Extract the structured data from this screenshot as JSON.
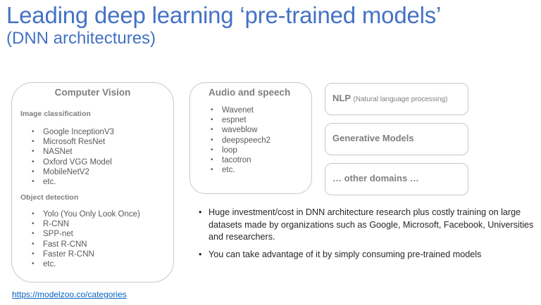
{
  "slide": {
    "title": "Leading deep learning ‘pre-trained models’",
    "subtitle": "(DNN architectures)"
  },
  "computer_vision": {
    "title": "Computer Vision",
    "sections": [
      {
        "title": "Image classification",
        "items": [
          "Google InceptionV3",
          "Microsoft ResNet",
          "NASNet",
          "Oxford VGG Model",
          "MobileNetV2",
          "etc."
        ]
      },
      {
        "title": "Object detection",
        "items": [
          "Yolo (You Only Look Once)",
          "R-CNN",
          "SPP-net",
          "Fast R-CNN",
          "Faster R-CNN",
          "etc."
        ]
      }
    ]
  },
  "audio": {
    "title": "Audio and speech",
    "items": [
      "Wavenet",
      "espnet",
      "waveblow",
      "deepspeech2",
      "loop",
      "tacotron",
      "etc."
    ]
  },
  "side_boxes": {
    "nlp": {
      "label": "NLP",
      "sublabel": "(Natural language processing)"
    },
    "generative": {
      "label": "Generative Models"
    },
    "other": {
      "label": "… other domains …"
    }
  },
  "bullets": [
    "Huge investment/cost in DNN architecture research plus costly training on large datasets made by organizations such as Google, Microsoft, Facebook, Universities and researchers.",
    "You can take advantage of it by simply consuming pre-trained models"
  ],
  "link": {
    "text": "https://modelzoo.co/categories"
  },
  "colors": {
    "title": "#4472c4",
    "link": "#0563c1",
    "box_border": "#c8c8c8",
    "box_heading": "#7f7f7f"
  }
}
